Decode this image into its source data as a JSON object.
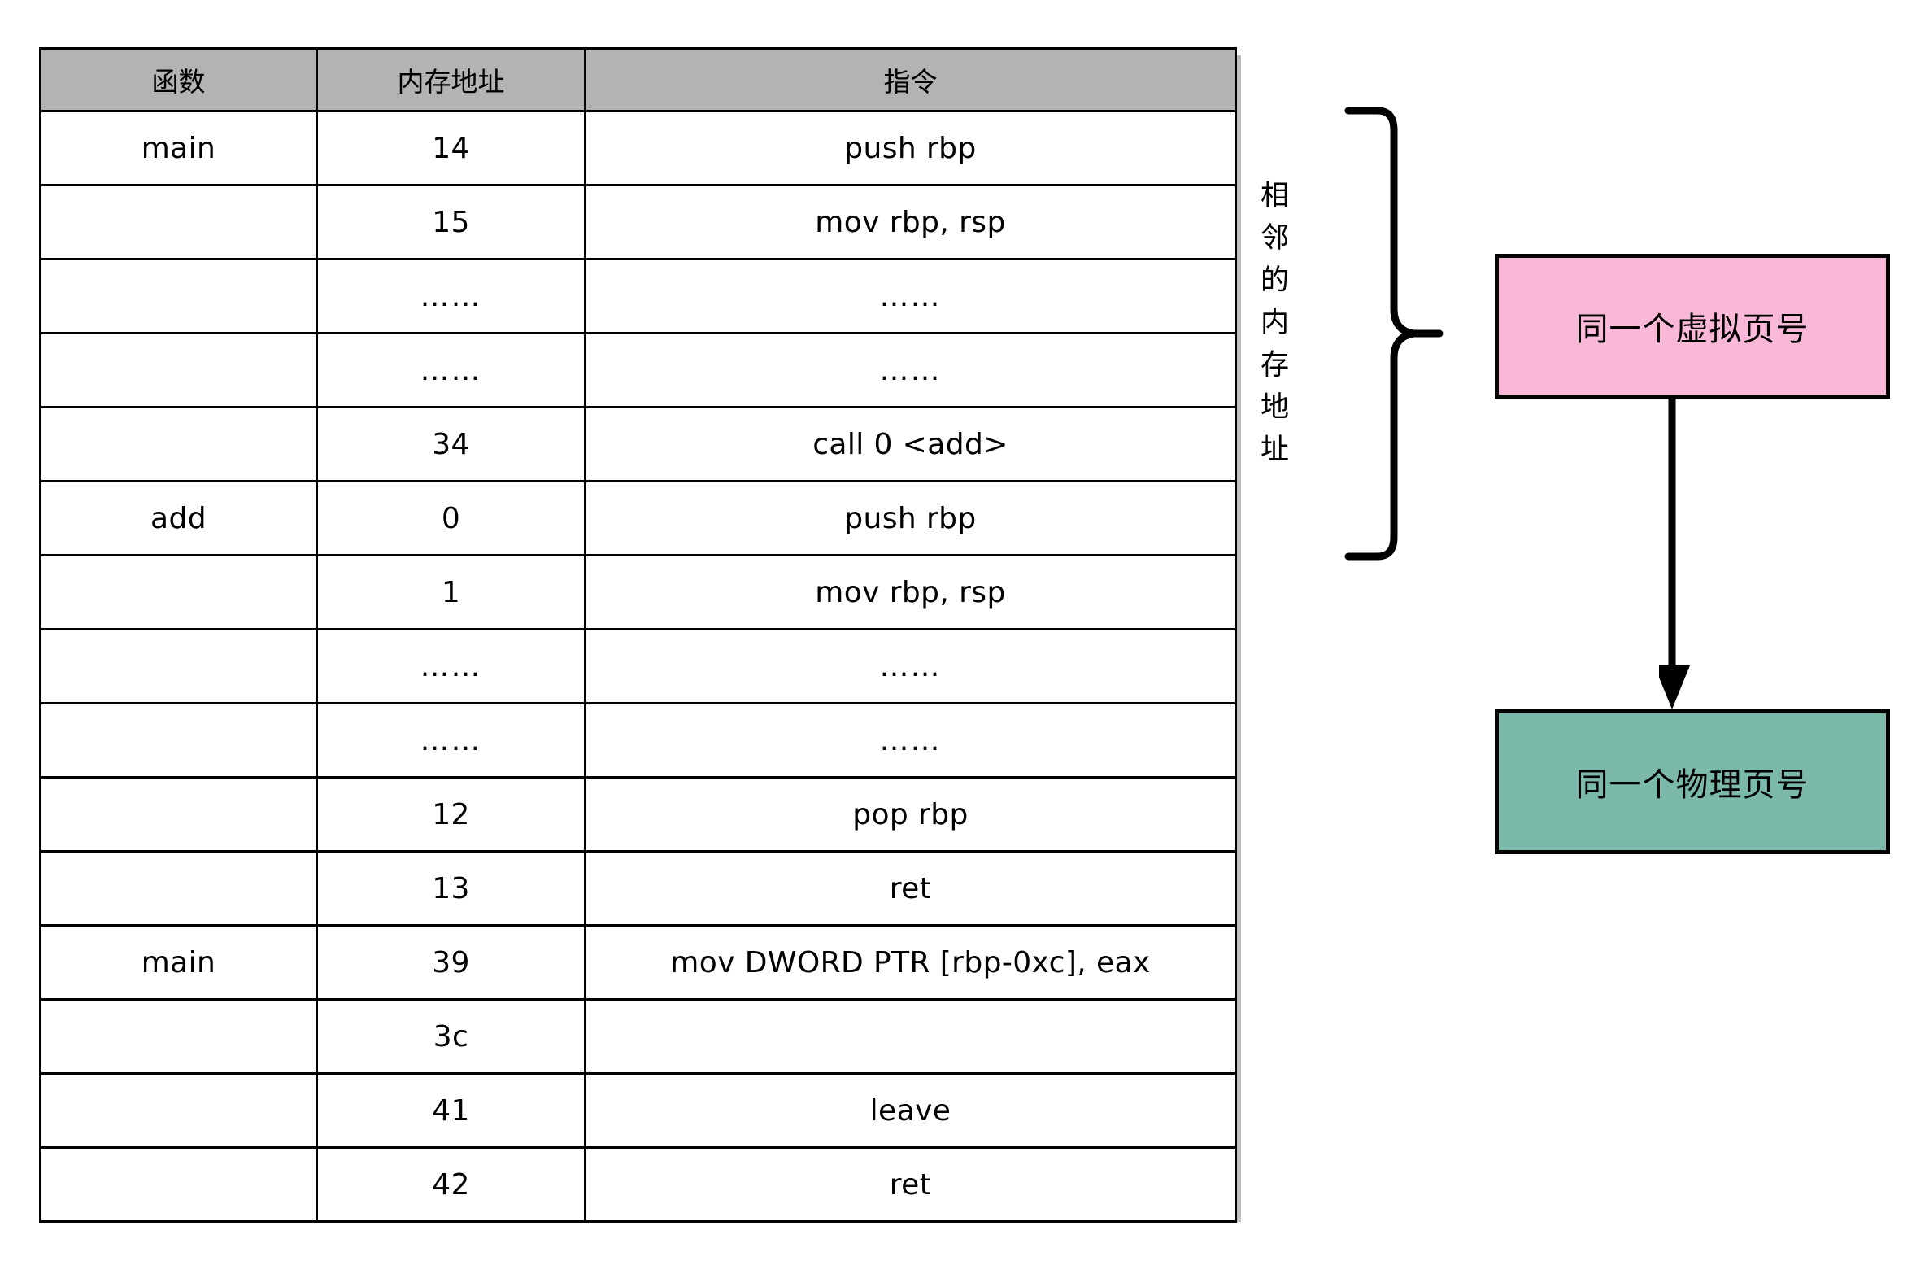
{
  "table": {
    "headers": [
      "函数",
      "内存地址",
      "指令"
    ],
    "rows": [
      {
        "func": "main",
        "addr": "14",
        "inst": "push rbp"
      },
      {
        "func": "",
        "addr": "15",
        "inst": "mov  rbp,  rsp"
      },
      {
        "func": "",
        "addr": "……",
        "inst": "……"
      },
      {
        "func": "",
        "addr": "……",
        "inst": "……"
      },
      {
        "func": "",
        "addr": "34",
        "inst": "call 0 <add>"
      },
      {
        "func": "add",
        "addr": "0",
        "inst": "push rbp"
      },
      {
        "func": "",
        "addr": "1",
        "inst": "mov  rbp,  rsp"
      },
      {
        "func": "",
        "addr": "……",
        "inst": "……"
      },
      {
        "func": "",
        "addr": "……",
        "inst": "……"
      },
      {
        "func": "",
        "addr": "12",
        "inst": "pop rbp"
      },
      {
        "func": "",
        "addr": "13",
        "inst": "ret"
      },
      {
        "func": "main",
        "addr": "39",
        "inst": "mov DWORD PTR [rbp-0xc],  eax"
      },
      {
        "func": "",
        "addr": "3c",
        "inst": ""
      },
      {
        "func": "",
        "addr": "41",
        "inst": "leave"
      },
      {
        "func": "",
        "addr": "42",
        "inst": "ret"
      }
    ]
  },
  "annotation": {
    "brace_label": "相邻的内存地址"
  },
  "flow": {
    "virtual_box": "同一个虚拟页号",
    "physical_box": "同一个物理页号"
  },
  "colors": {
    "header_fill": "#b3b3b3",
    "virtual_fill": "#f9b8d7",
    "physical_fill": "#7bb9ab",
    "stroke": "#000000",
    "shadow": "#bfbfbf"
  }
}
